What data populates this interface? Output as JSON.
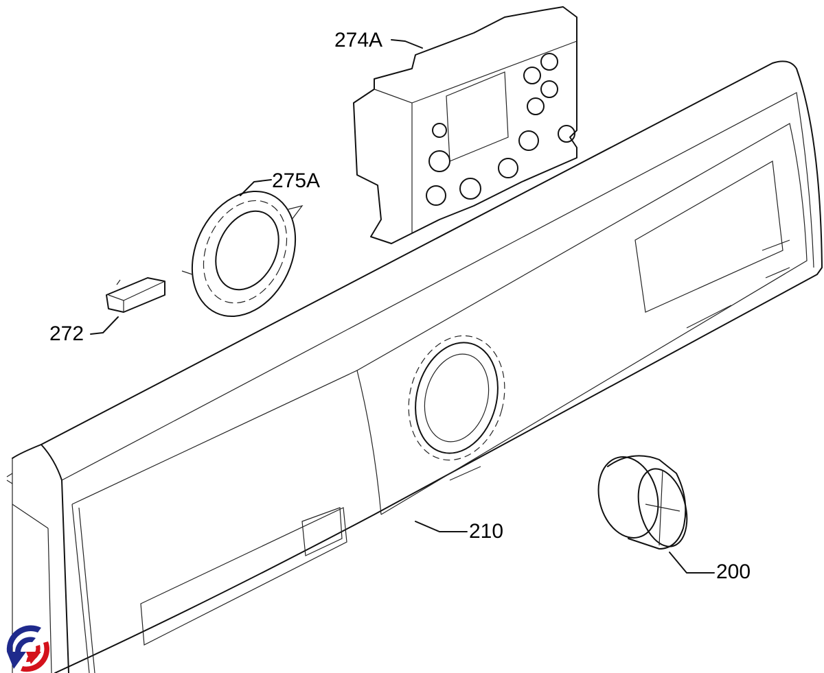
{
  "diagram": {
    "parts": [
      {
        "id": "274A",
        "label": "274A",
        "name": "control-board"
      },
      {
        "id": "275A",
        "label": "275A",
        "name": "light-ring"
      },
      {
        "id": "272",
        "label": "272",
        "name": "push-button"
      },
      {
        "id": "210",
        "label": "210",
        "name": "control-panel"
      },
      {
        "id": "200",
        "label": "200",
        "name": "selector-knob"
      }
    ]
  },
  "colors": {
    "line": "#111111",
    "logo_blue": "#1f2a8c",
    "logo_red": "#d4121c"
  }
}
